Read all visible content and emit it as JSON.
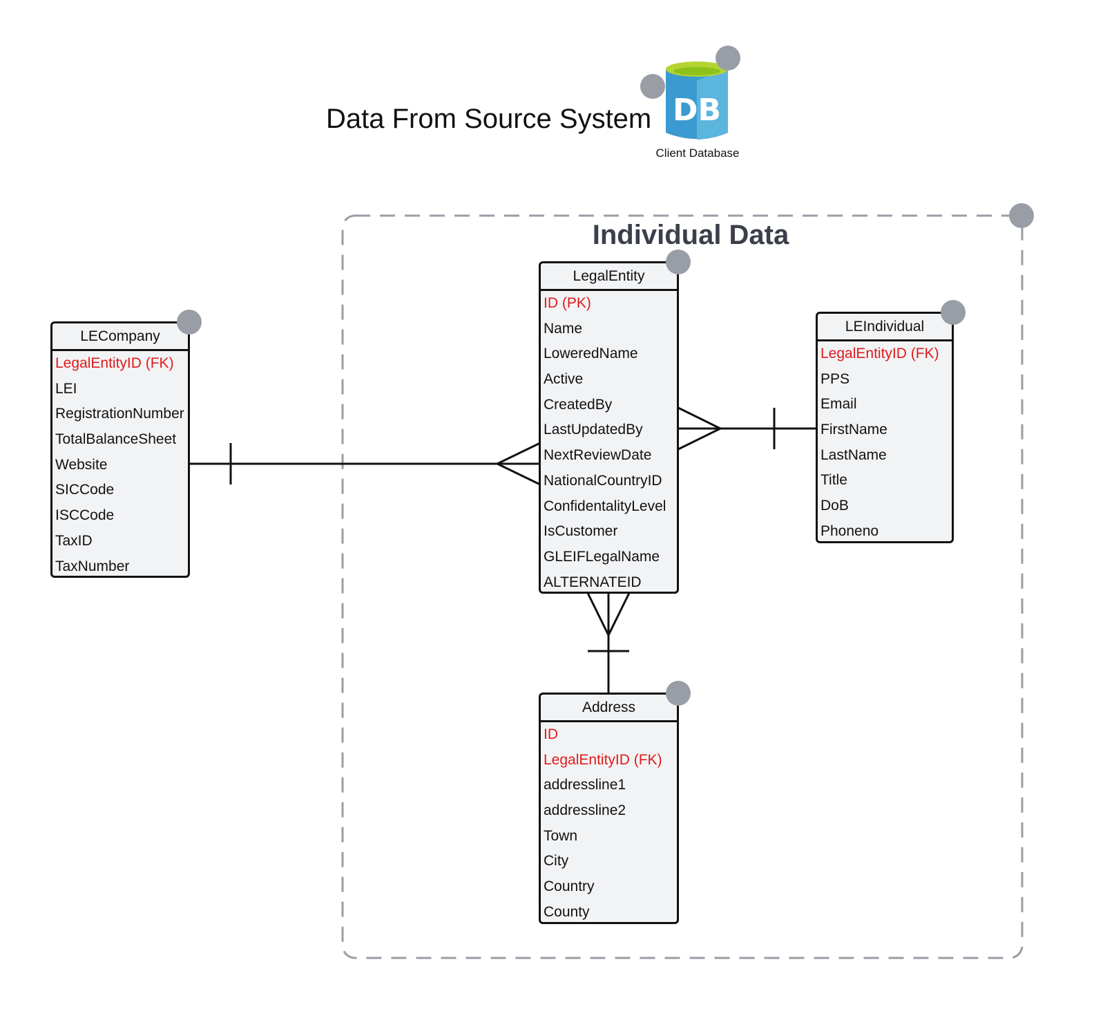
{
  "title": "Data From Source System",
  "database": {
    "label": "Client Database",
    "icon_text": "DB",
    "icon": "database-icon"
  },
  "group": {
    "title": "Individual Data"
  },
  "colors": {
    "key_field": "#e01a1a",
    "border": "#111111",
    "entity_fill": "#f2f3f5",
    "group_border": "#989da6",
    "handle": "#989da6",
    "db_blue": "#3b9ad0",
    "db_green": "#8ec21b"
  },
  "entities": {
    "le_company": {
      "name": "LECompany",
      "fields": [
        {
          "label": "LegalEntityID (FK)",
          "key": true
        },
        {
          "label": "LEI"
        },
        {
          "label": "RegistrationNumber"
        },
        {
          "label": "TotalBalanceSheet"
        },
        {
          "label": "Website"
        },
        {
          "label": "SICCode"
        },
        {
          "label": "ISCCode"
        },
        {
          "label": "TaxID"
        },
        {
          "label": "TaxNumber"
        }
      ]
    },
    "legal_entity": {
      "name": "LegalEntity",
      "fields": [
        {
          "label": "ID (PK)",
          "key": true
        },
        {
          "label": "Name"
        },
        {
          "label": "LoweredName"
        },
        {
          "label": "Active"
        },
        {
          "label": "CreatedBy"
        },
        {
          "label": "LastUpdatedBy"
        },
        {
          "label": "NextReviewDate"
        },
        {
          "label": "NationalCountryID"
        },
        {
          "label": "ConfidentalityLevel"
        },
        {
          "label": "IsCustomer"
        },
        {
          "label": "GLEIFLegalName"
        },
        {
          "label": "ALTERNATEID"
        }
      ]
    },
    "le_individual": {
      "name": "LEIndividual",
      "fields": [
        {
          "label": "LegalEntityID (FK)",
          "key": true
        },
        {
          "label": "PPS"
        },
        {
          "label": "Email"
        },
        {
          "label": "FirstName"
        },
        {
          "label": "LastName"
        },
        {
          "label": "Title"
        },
        {
          "label": "DoB"
        },
        {
          "label": "Phoneno"
        }
      ]
    },
    "address": {
      "name": "Address",
      "fields": [
        {
          "label": "ID",
          "key": true
        },
        {
          "label": "LegalEntityID (FK)",
          "key": true
        },
        {
          "label": "addressline1"
        },
        {
          "label": "addressline2"
        },
        {
          "label": "Town"
        },
        {
          "label": "City"
        },
        {
          "label": "Country"
        },
        {
          "label": "County"
        }
      ]
    }
  },
  "relationships": [
    {
      "from": "LECompany",
      "to": "LegalEntity",
      "from_cardinality": "one",
      "to_cardinality": "many"
    },
    {
      "from": "LEIndividual",
      "to": "LegalEntity",
      "from_cardinality": "one",
      "to_cardinality": "many"
    },
    {
      "from": "Address",
      "to": "LegalEntity",
      "from_cardinality": "one",
      "to_cardinality": "many"
    }
  ]
}
